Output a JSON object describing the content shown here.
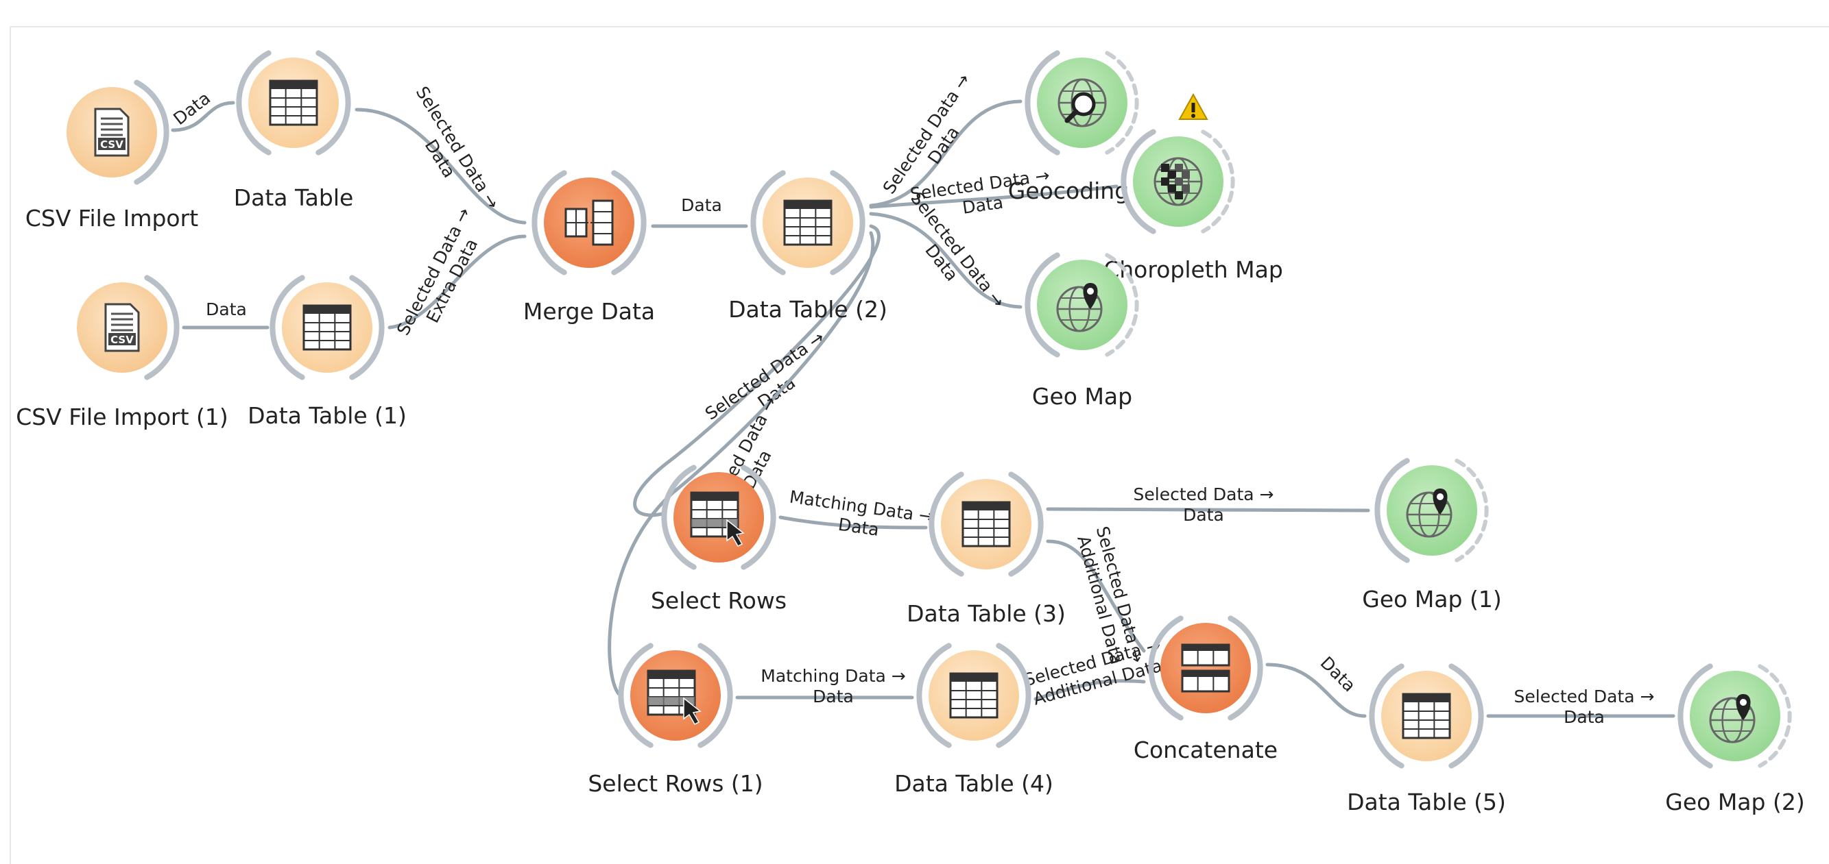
{
  "canvas": {
    "nodes": [
      {
        "id": "csv1",
        "label": "CSV File Import",
        "kind": "source",
        "icon": "csv-file-icon"
      },
      {
        "id": "dt",
        "label": "Data Table",
        "kind": "table",
        "icon": "table-icon"
      },
      {
        "id": "csv2",
        "label": "CSV File Import (1)",
        "kind": "source",
        "icon": "csv-file-icon"
      },
      {
        "id": "dt1",
        "label": "Data Table (1)",
        "kind": "table",
        "icon": "table-icon"
      },
      {
        "id": "merge",
        "label": "Merge Data",
        "kind": "transform",
        "icon": "merge-icon"
      },
      {
        "id": "dt2",
        "label": "Data Table (2)",
        "kind": "table",
        "icon": "table-icon"
      },
      {
        "id": "geocoding",
        "label": "Geocoding",
        "kind": "geo",
        "icon": "globe-search-icon",
        "partial": true
      },
      {
        "id": "choropleth",
        "label": "Choropleth Map",
        "kind": "geo",
        "icon": "choropleth-globe-icon",
        "partial": true,
        "warning": true
      },
      {
        "id": "geomap",
        "label": "Geo Map",
        "kind": "geo",
        "icon": "globe-pin-icon",
        "partial": true
      },
      {
        "id": "sel",
        "label": "Select Rows",
        "kind": "transform",
        "icon": "select-rows-icon"
      },
      {
        "id": "dt3",
        "label": "Data Table (3)",
        "kind": "table",
        "icon": "table-icon"
      },
      {
        "id": "geomap1",
        "label": "Geo Map (1)",
        "kind": "geo",
        "icon": "globe-pin-icon",
        "partial": true
      },
      {
        "id": "sel1",
        "label": "Select Rows (1)",
        "kind": "transform",
        "icon": "select-rows-icon"
      },
      {
        "id": "dt4",
        "label": "Data Table (4)",
        "kind": "table",
        "icon": "table-icon"
      },
      {
        "id": "concat",
        "label": "Concatenate",
        "kind": "transform",
        "icon": "concatenate-icon"
      },
      {
        "id": "dt5",
        "label": "Data Table (5)",
        "kind": "table",
        "icon": "table-icon"
      },
      {
        "id": "geomap2",
        "label": "Geo Map (2)",
        "kind": "geo",
        "icon": "globe-pin-icon",
        "partial": true
      }
    ],
    "links": [
      {
        "from": "csv1",
        "to": "dt",
        "lines": [
          "Data"
        ]
      },
      {
        "from": "csv2",
        "to": "dt1",
        "lines": [
          "Data"
        ]
      },
      {
        "from": "dt",
        "to": "merge",
        "lines": [
          "Selected Data →",
          "Data"
        ]
      },
      {
        "from": "dt1",
        "to": "merge",
        "lines": [
          "Selected Data →",
          "Extra Data"
        ]
      },
      {
        "from": "merge",
        "to": "dt2",
        "lines": [
          "Data"
        ]
      },
      {
        "from": "dt2",
        "to": "geocoding",
        "lines": [
          "Selected Data →",
          "Data"
        ]
      },
      {
        "from": "dt2",
        "to": "choropleth",
        "lines": [
          "Selected Data →",
          "Data"
        ]
      },
      {
        "from": "dt2",
        "to": "geomap",
        "lines": [
          "Selected Data →",
          "Data"
        ]
      },
      {
        "from": "dt2",
        "to": "sel",
        "lines": [
          "Selected Data →",
          "Data"
        ]
      },
      {
        "from": "dt2",
        "to": "sel1",
        "lines": [
          "Selected Data →",
          "Data"
        ]
      },
      {
        "from": "sel",
        "to": "dt3",
        "lines": [
          "Matching Data →",
          "Data"
        ]
      },
      {
        "from": "dt3",
        "to": "geomap1",
        "lines": [
          "Selected Data →",
          "Data"
        ]
      },
      {
        "from": "dt3",
        "to": "concat",
        "lines": [
          "Selected Data →",
          "Additional Data"
        ]
      },
      {
        "from": "sel1",
        "to": "dt4",
        "lines": [
          "Matching Data →",
          "Data"
        ]
      },
      {
        "from": "dt4",
        "to": "concat",
        "lines": [
          "Selected Data →",
          "Additional Data"
        ]
      },
      {
        "from": "concat",
        "to": "dt5",
        "lines": [
          "Data"
        ]
      },
      {
        "from": "dt5",
        "to": "geomap2",
        "lines": [
          "Selected Data →",
          "Data"
        ]
      }
    ],
    "colors": {
      "source": "#f8d3a4",
      "table": "#fbd8aa",
      "transform": "#f08b57",
      "geo": "#a8e0a4",
      "ring": "#b8bfc6",
      "link": "#9aa6b0",
      "warning": "#f2c200"
    }
  }
}
